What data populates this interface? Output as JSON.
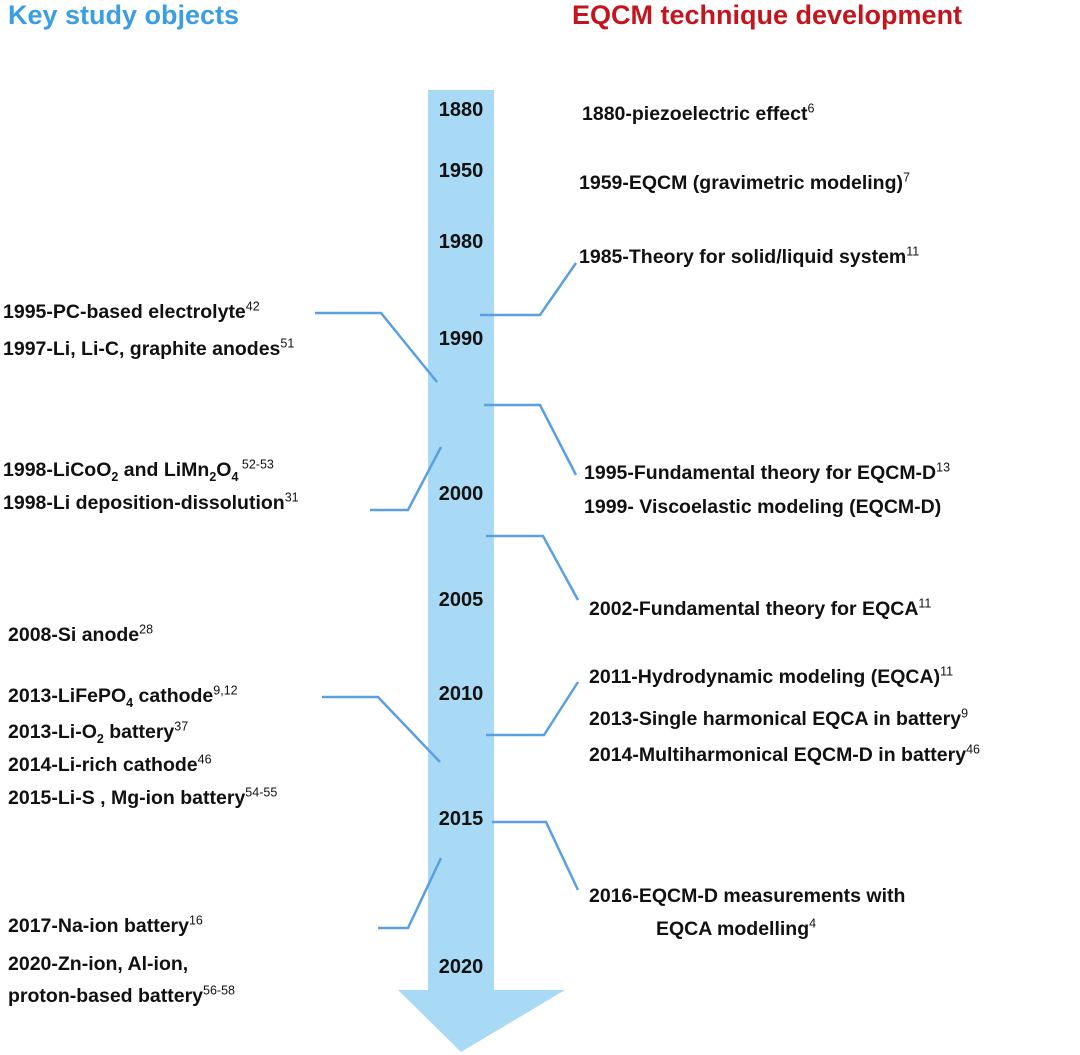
{
  "headings": {
    "left": "Key study objects",
    "right": "EQCM technique development"
  },
  "colors": {
    "left_heading": "#3b9ee3",
    "right_heading": "#c3151d",
    "arrow": "#a9daf5",
    "connector": "#5a9fe0"
  },
  "years": [
    "1880",
    "1950",
    "1980",
    "1990",
    "2000",
    "2005",
    "2010",
    "2015",
    "2020"
  ],
  "left_events": {
    "pc_electrolyte": {
      "text": "1995-PC-based electrolyte",
      "ref": "42"
    },
    "li_graphite": {
      "text": "1997-Li, Li-C, graphite anodes",
      "ref": "51"
    },
    "licoo2": {
      "p1": "1998-LiCoO",
      "s1": "2",
      "p2": " and LiMn",
      "s2": "2",
      "p3": "O",
      "s3": "4",
      "ref": " 52-53"
    },
    "li_deposition": {
      "text": "1998-Li deposition-dissolution",
      "ref": "31"
    },
    "si_anode": {
      "text": "2008-Si anode",
      "ref": "28"
    },
    "lifepo4": {
      "p1": "2013-LiFePO",
      "s1": "4",
      "p2": " cathode",
      "ref": "9,12"
    },
    "li_o2": {
      "p1": "2013-Li-O",
      "s1": "2",
      "p2": " battery",
      "ref": "37"
    },
    "li_rich": {
      "text": "2014-Li-rich cathode",
      "ref": "46"
    },
    "li_s": {
      "text": "2015-Li-S , Mg-ion battery",
      "ref": "54-55"
    },
    "na_ion": {
      "text": "2017-Na-ion battery",
      "ref": "16"
    },
    "zn_ion_line1": "2020-Zn-ion, Al-ion,",
    "zn_ion_line2": {
      "text": "proton-based battery",
      "ref": "56-58"
    }
  },
  "right_events": {
    "piezo": {
      "text": "1880-piezoelectric effect",
      "ref": "6"
    },
    "eqcm_grav": {
      "text": "1959-EQCM (gravimetric modeling)",
      "ref": "7"
    },
    "solid_liquid": {
      "text": "1985-Theory for solid/liquid system",
      "ref": "11"
    },
    "eqcm_d_theory": {
      "text": "1995-Fundamental theory  for EQCM-D",
      "ref": "13"
    },
    "viscoelastic": {
      "text": "1999- Viscoelastic modeling (EQCM-D)"
    },
    "eqca_theory": {
      "text": "2002-Fundamental theory for EQCA",
      "ref": "11"
    },
    "hydrodynamic": {
      "text": "2011-Hydrodynamic modeling (EQCA)",
      "ref": "11"
    },
    "single_harmonical": {
      "text": "2013-Single harmonical  EQCA in battery",
      "ref": "9"
    },
    "multiharmonical": {
      "text": "2014-Multiharmonical EQCM-D in battery",
      "ref": "46"
    },
    "eqcm_d_meas_line1": "2016-EQCM-D measurements with",
    "eqcm_d_meas_line2": {
      "text": "EQCA modelling",
      "ref": "4"
    }
  }
}
